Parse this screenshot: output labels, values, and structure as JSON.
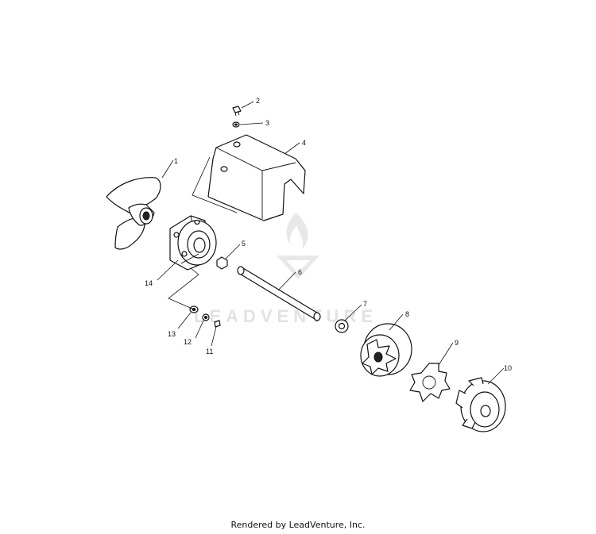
{
  "watermark": {
    "text": "LEADVENTURE"
  },
  "callouts": {
    "c1": "1",
    "c2": "2",
    "c3": "3",
    "c4": "4",
    "c5": "5",
    "c6": "6",
    "c7": "7",
    "c8": "8",
    "c9": "9",
    "c10": "10",
    "c11": "11",
    "c12": "12",
    "c13": "13",
    "c14": "14"
  },
  "footer": {
    "text": "Rendered by LeadVenture, Inc."
  }
}
